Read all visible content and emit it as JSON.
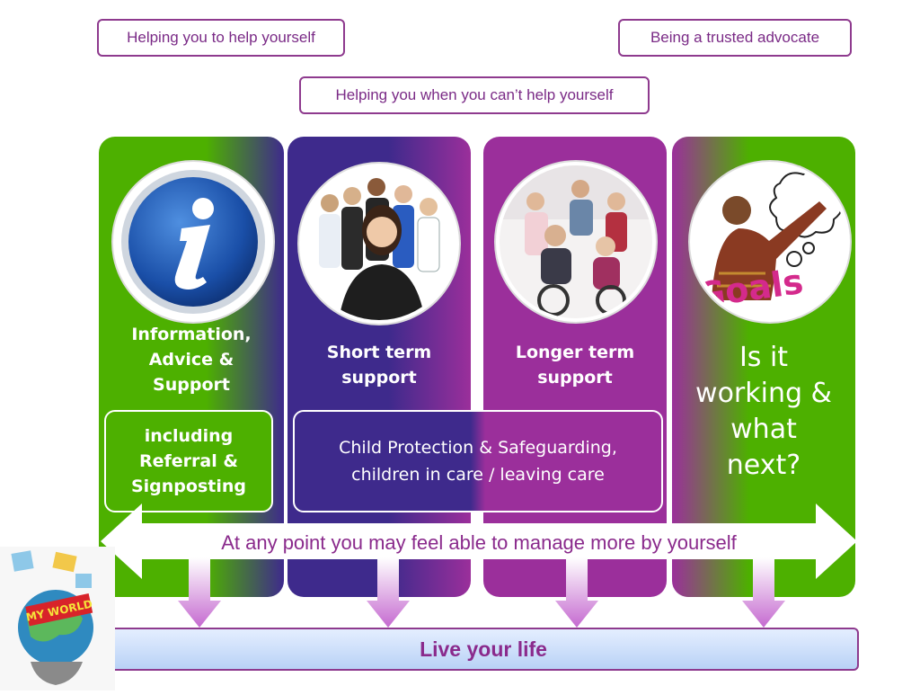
{
  "tags": {
    "help_yourself": "Helping you to help yourself",
    "trusted_advocate": "Being a trusted advocate",
    "cant_help": "Helping you when you can’t help yourself"
  },
  "columns": [
    {
      "title_lines": [
        "Information,",
        "Advice &",
        "Support"
      ],
      "icon": "info-icon",
      "color": "#4db000"
    },
    {
      "title_lines": [
        "Short term",
        "support"
      ],
      "icon": "group-people-photo",
      "color": "#3e2a8c"
    },
    {
      "title_lines": [
        "Longer term",
        "support"
      ],
      "icon": "wheelchair-group-photo",
      "color": "#9b2f9b"
    },
    {
      "title_lines": [
        "Is it",
        "working &",
        "what",
        "next?"
      ],
      "icon": "goals-thinking-photo",
      "color": "#4db000"
    }
  ],
  "boxes": {
    "referral_lines": [
      "including",
      "Referral &",
      "Signposting"
    ],
    "protection_lines": [
      "Child Protection & Safeguarding,",
      "children in care / leaving care"
    ]
  },
  "arrow_text": "At any point you may feel able to manage more by yourself",
  "goals_word": "Goals",
  "my_world": "MY WORLD",
  "footer": "Live your life",
  "colors": {
    "green": "#4db000",
    "indigo": "#3e2a8c",
    "purple": "#9b2f9b",
    "border": "#8e3a8e",
    "text_purple": "#7a2a86"
  }
}
